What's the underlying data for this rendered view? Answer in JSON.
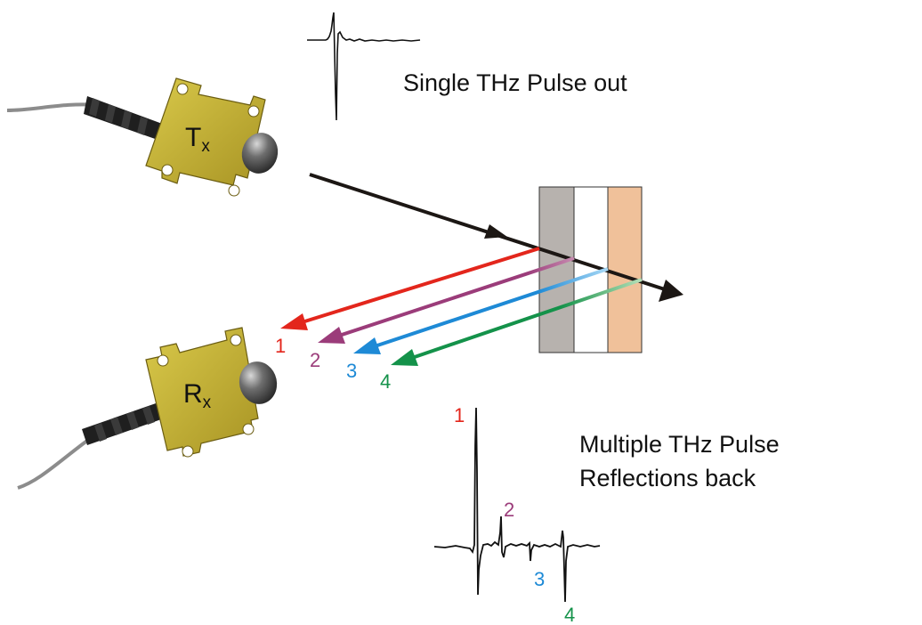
{
  "transmitter": {
    "label": "T",
    "subscript": "x"
  },
  "receiver": {
    "label": "R",
    "subscript": "x"
  },
  "caption_out": "Single THz Pulse out",
  "caption_back_line1": "Multiple THz Pulse",
  "caption_back_line2": "Reflections back",
  "reflections": [
    {
      "label": "1",
      "color": "#e3261c"
    },
    {
      "label": "2",
      "color": "#9b3c7a"
    },
    {
      "label": "3",
      "color": "#1e8ad6"
    },
    {
      "label": "4",
      "color": "#14924a"
    }
  ],
  "layers": [
    {
      "color": "#b7b2ae"
    },
    {
      "color": "#ffffff"
    },
    {
      "color": "#f0c19a"
    }
  ],
  "colors": {
    "sensor_body": "#c7b533",
    "incident_beam": "#1c1714",
    "cable": "#8c8c8c"
  }
}
